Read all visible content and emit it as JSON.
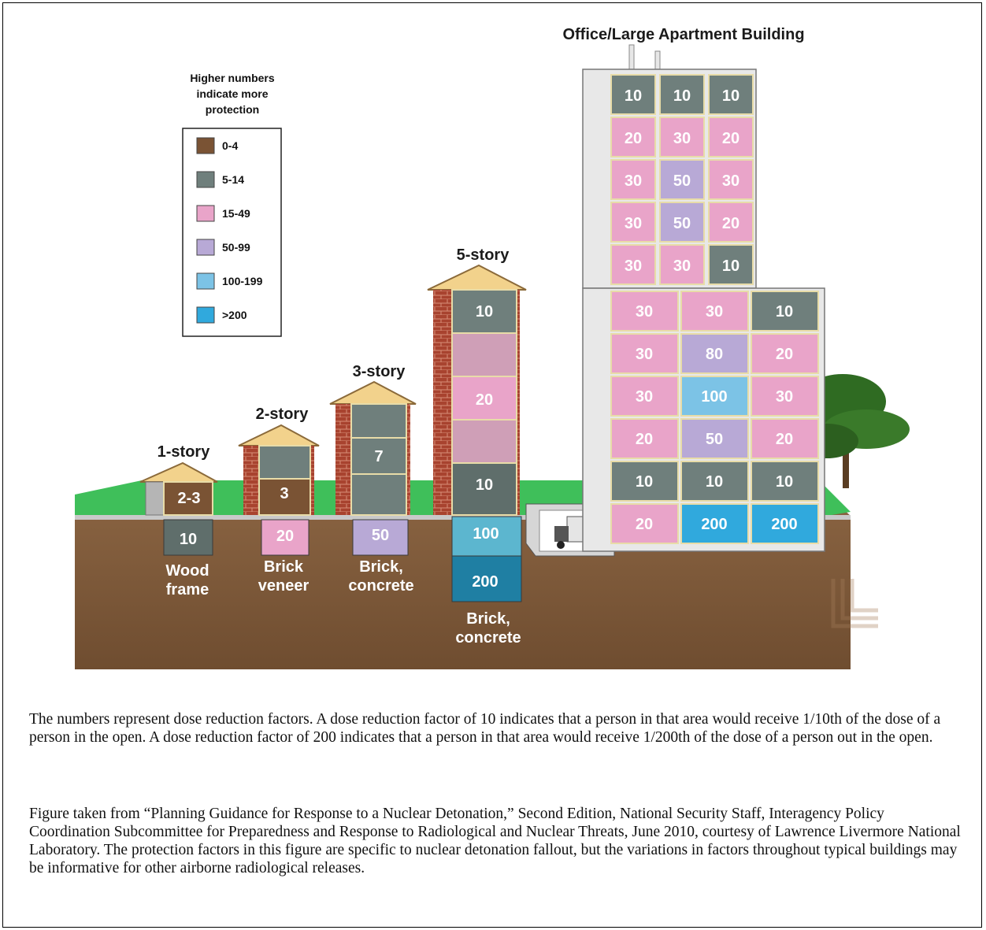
{
  "legend": {
    "title_lines": [
      "Higher numbers",
      "indicate more",
      "protection"
    ],
    "items": [
      {
        "label": "0-4",
        "color": "#7a5334"
      },
      {
        "label": "5-14",
        "color": "#6f7f7c"
      },
      {
        "label": "15-49",
        "color": "#e9a4c9"
      },
      {
        "label": "50-99",
        "color": "#b8a9d6"
      },
      {
        "label": "100-199",
        "color": "#7cc3e6"
      },
      {
        "label": ">200",
        "color": "#30a9dd"
      }
    ]
  },
  "buildings": {
    "one_story": {
      "title": "1-story",
      "ground_floor": "2-3",
      "basement": "10",
      "material_lines": [
        "Wood",
        "frame"
      ]
    },
    "two_story": {
      "title": "2-story",
      "floor2": "",
      "floor1": "3",
      "basement": "20",
      "material_lines": [
        "Brick",
        "veneer"
      ]
    },
    "three_story": {
      "title": "3-story",
      "floor3": "",
      "floor2": "7",
      "floor1": "",
      "basement": "50",
      "material_lines": [
        "Brick,",
        "concrete"
      ]
    },
    "five_story": {
      "title": "5-story",
      "floor5": "10",
      "floor4": "",
      "floor3": "20",
      "floor2": "",
      "floor1": "10",
      "basement_upper": "100",
      "basement_lower": "200",
      "material_lines": [
        "Brick,",
        "concrete"
      ]
    },
    "office": {
      "title": "Office/Large Apartment Building",
      "tower_rows": [
        [
          "10",
          "10",
          "10"
        ],
        [
          "20",
          "30",
          "20"
        ],
        [
          "30",
          "50",
          "30"
        ],
        [
          "30",
          "50",
          "20"
        ],
        [
          "30",
          "30",
          "10"
        ]
      ],
      "base_rows": [
        [
          "30",
          "30",
          "10"
        ],
        [
          "30",
          "80",
          "20"
        ],
        [
          "30",
          "100",
          "30"
        ],
        [
          "20",
          "50",
          "20"
        ],
        [
          "10",
          "10",
          "10"
        ],
        [
          "20",
          "200",
          "200"
        ]
      ]
    }
  },
  "caption": {
    "paragraph1": "The numbers represent dose reduction factors. A dose reduction factor of 10 indicates that a person in that area would receive 1/10th of the dose of a person in the open. A dose reduction factor of 200 indicates that a person in that area would receive 1/200th of the dose of a person out in the open.",
    "paragraph2": "Figure taken from “Planning Guidance for Response to a Nuclear Detonation,” Second Edition, National Security Staff, Interagency Policy Coordination Subcommittee for Preparedness and Response to Radiological and Nuclear Threats, June 2010, courtesy of Lawrence Livermore National Laboratory. The protection factors in this figure are specific to nuclear detonation fallout, but the variations in factors throughout typical buildings may be informative for other airborne radiological releases."
  }
}
